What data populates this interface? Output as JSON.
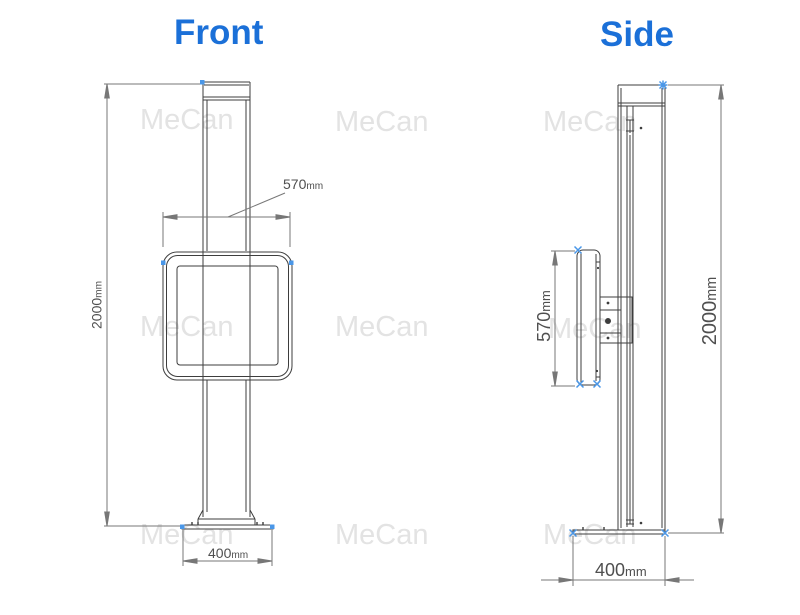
{
  "titles": {
    "front": "Front",
    "side": "Side"
  },
  "watermark": {
    "text": "MeCan",
    "color": "#e3e3e3"
  },
  "front_view": {
    "dim_screen_width": {
      "value": "570",
      "unit": "mm"
    },
    "dim_total_height": {
      "value": "2000",
      "unit": "mm"
    },
    "dim_base_width": {
      "value": "400",
      "unit": "mm"
    }
  },
  "side_view": {
    "dim_screen_height": {
      "value": "570",
      "unit": "mm"
    },
    "dim_total_height": {
      "value": "2000",
      "unit": "mm"
    },
    "dim_base_depth": {
      "value": "400",
      "unit": "mm"
    }
  },
  "colors": {
    "title_blue": "#1b70d8",
    "object_line": "#3d3d3d",
    "dimension_line": "#777777",
    "dimension_text": "#4f4f4f",
    "marker_blue": "#4a97e8",
    "watermark_gray": "#e3e3e3"
  }
}
